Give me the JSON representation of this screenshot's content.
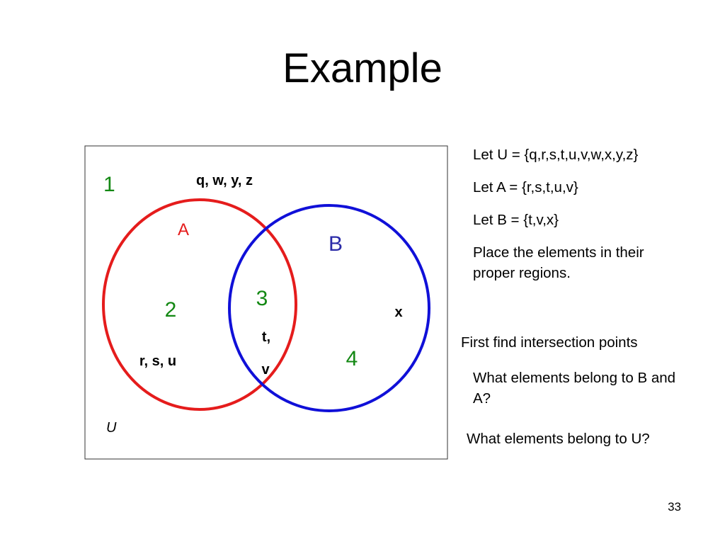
{
  "slide": {
    "title": "Example",
    "page_number": "33"
  },
  "venn": {
    "universe_label": "U",
    "set_a": {
      "label": "A",
      "color": "#e51c1c"
    },
    "set_b": {
      "label": "B",
      "color": "#1010d8"
    },
    "region_number_color": "#138813",
    "regions": [
      {
        "number": "1",
        "elements": "q, w, y, z"
      },
      {
        "number": "2",
        "elements": "r, s, u"
      },
      {
        "number": "3",
        "elements_line1": "t,",
        "elements_line2": "v"
      },
      {
        "number": "4",
        "elements": "x"
      }
    ],
    "set_b_label_color": "#2b2ba8"
  },
  "notes": {
    "let_u": "Let U = {q,r,s,t,u,v,w,x,y,z}",
    "let_a": "Let A = {r,s,t,u,v}",
    "let_b": "Let B = {t,v,x}",
    "place": "Place the elements in their proper regions.",
    "first_find": "First find intersection points",
    "question_b_and_a": "What elements belong to B and A?",
    "question_u": "What elements belong to U?"
  }
}
